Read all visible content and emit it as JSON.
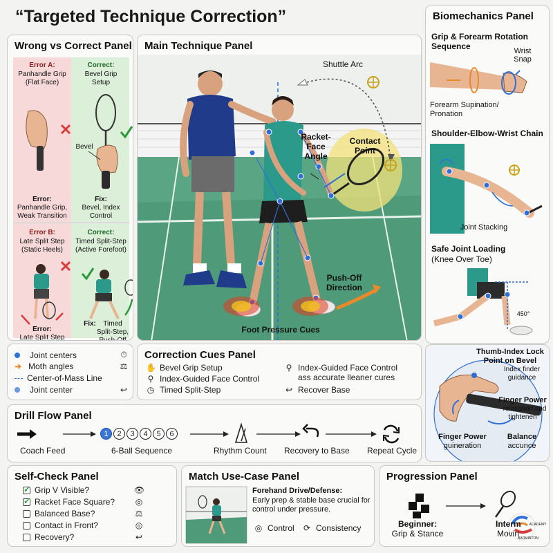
{
  "title": "“Targeted Technique Correction”",
  "wrong_correct": {
    "title": "Wrong vs Correct Panel",
    "error_a": "Error A:",
    "error_a_desc": "Panhandle Grip (Flat Face)",
    "correct_a": "Correct:",
    "correct_a_desc": "Bevel Grip Setup",
    "bevel": "Bevel",
    "error_a_note_label": "Error:",
    "error_a_note": "Panhandle Grip, Weak Transition",
    "fix_a_label": "Fix:",
    "fix_a": "Bevel, Index Control",
    "error_b": "Error B:",
    "error_b_desc": "Late Split Step (Static Heels)",
    "correct_b": "Correct:",
    "correct_b_desc": "Timed Split-Step (Active Forefoot)",
    "error_b_note_label": "Error:",
    "error_b_note": "Late Split Step",
    "fix_b_label": "Fix:",
    "fix_b": "Timed Split-Step, Push-Off"
  },
  "main": {
    "title": "Main Technique Panel",
    "shuttle_arc": "Shuttle Arc",
    "racket_face_angle": "Racket-Face Angle",
    "contact_point": "Contact Point",
    "push_off": "Push-Off Direction",
    "foot_pressure": "Foot Pressure Cues"
  },
  "biomech": {
    "title": "Biomechanics Panel",
    "grip_seq": "Grip & Forearm Rotation Sequence",
    "wrist_snap": "Wrist Snap",
    "supination": "Forearm Supination/ Pronation",
    "chain": "Shoulder-Elbow-Wrist Chain",
    "joint_stacking": "Joint Stacking",
    "safe_loading": "Safe Joint Loading",
    "knee_over_toe": "(Knee Over Toe)",
    "angle_450": "450°",
    "thumb_index": "Thumb-Index Lock Point on Bevel",
    "index_finder": "Index finder guidance",
    "finger_power_1": "Finger Power",
    "finger_power_1_desc": "- relaxation and tightenen",
    "finger_power_2": "Finger Power",
    "finger_power_2_desc": "guineration",
    "balance": "Balance",
    "balance_desc": "accunce"
  },
  "legend": {
    "items": [
      {
        "label": "Joint centers",
        "icon": "timer-icon"
      },
      {
        "label": "Moth angles",
        "icon": "scale-icon"
      },
      {
        "label": "Center-of-Mass Line",
        "icon": "none"
      },
      {
        "label": "Joint center",
        "icon": "return-icon"
      }
    ]
  },
  "cues": {
    "title": "Correction Cues Panel",
    "left": [
      "Bevel Grip Setup",
      "Index-Guided Face Control",
      "Timed Split-Step"
    ],
    "right_1": "Index-Guided Face Control",
    "right_1b": "ass accurate lleaner cures",
    "right_2": "Recover Base"
  },
  "drill": {
    "title": "Drill Flow Panel",
    "steps": [
      "Coach Feed",
      "6-Ball Sequence",
      "Rhythm Count",
      "Recovery to Base",
      "Repeat Cycle"
    ],
    "numbers": [
      "1",
      "2",
      "3",
      "4",
      "5",
      "6"
    ]
  },
  "selfcheck": {
    "title": "Self-Check Panel",
    "items": [
      {
        "label": "Grip V Visible?",
        "checked": true
      },
      {
        "label": "Racket Face Square?",
        "checked": true
      },
      {
        "label": "Balanced Base?",
        "checked": false
      },
      {
        "label": "Contact in Front?",
        "checked": false
      },
      {
        "label": "Recovery?",
        "checked": false
      }
    ]
  },
  "match": {
    "title": "Match Use-Case Panel",
    "heading": "Forehand Drive/Defense:",
    "desc": "Early prep & stable base crucial for control under pressure.",
    "control": "Control",
    "consistency": "Consistency"
  },
  "progression": {
    "title": "Progression Panel",
    "beginner": "Beginner:",
    "beginner_desc": "Grip & Stance",
    "intermediate": "Interm",
    "intermediate_desc": "Movin",
    "logo_top": "ACADEMY",
    "logo_bottom": "BADMINTON"
  },
  "colors": {
    "accent_blue": "#2f6fd6",
    "wrong_bg": "#f7d9d9",
    "correct_bg": "#dcefd9",
    "court_green": "#4f9a78",
    "highlight_yellow": "#f3e27a",
    "arrow_orange": "#e88a2c",
    "error_red": "#d93a3a",
    "check_green": "#2c9a3c"
  }
}
